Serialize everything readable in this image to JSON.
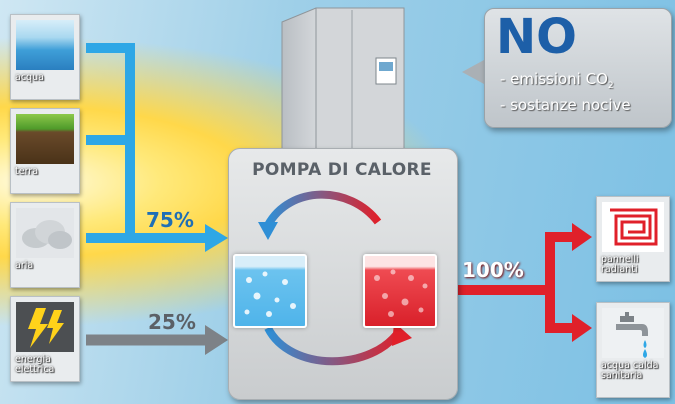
{
  "center": {
    "title": "POMPA DI CALORE"
  },
  "no_box": {
    "title": "NO",
    "line1": "- emissioni CO",
    "line1_sub": "2",
    "line2": "- sostanze nocive"
  },
  "sources": [
    {
      "label": "acqua"
    },
    {
      "label": "terra"
    },
    {
      "label": "aria"
    },
    {
      "label": "energia elettrica"
    }
  ],
  "outputs": [
    {
      "label": "pannelli radianti"
    },
    {
      "label": "acqua calda sanitaria"
    }
  ],
  "percentages": {
    "renewable": "75%",
    "electric": "25%",
    "output": "100%"
  },
  "colors": {
    "blue": "#2ea7e6",
    "red": "#e0202a",
    "gray": "#7d8287",
    "no_text": "#1d5fa8"
  }
}
